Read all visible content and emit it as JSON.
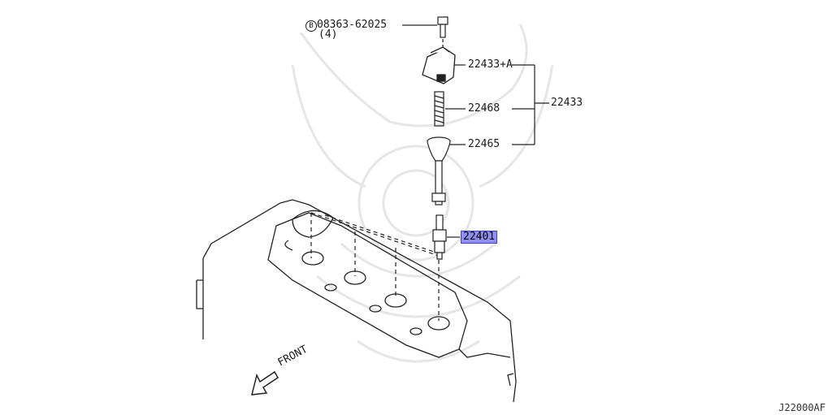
{
  "diagram": {
    "bolt_callout": {
      "symbol": "B",
      "part_no": "08363-62025",
      "qty": "(4)"
    },
    "labels": {
      "coil_sub": "22433+A",
      "spring": "22468",
      "boot": "22465",
      "coil_assembly": "22433",
      "spark_plug": "22401"
    },
    "front_label": "FRONT",
    "diagram_code": "J22000AF",
    "colors": {
      "highlight": "#8f8ff0",
      "highlight_border": "#4040c0",
      "line": "#222222",
      "watermark": "#e6e6e6"
    }
  }
}
